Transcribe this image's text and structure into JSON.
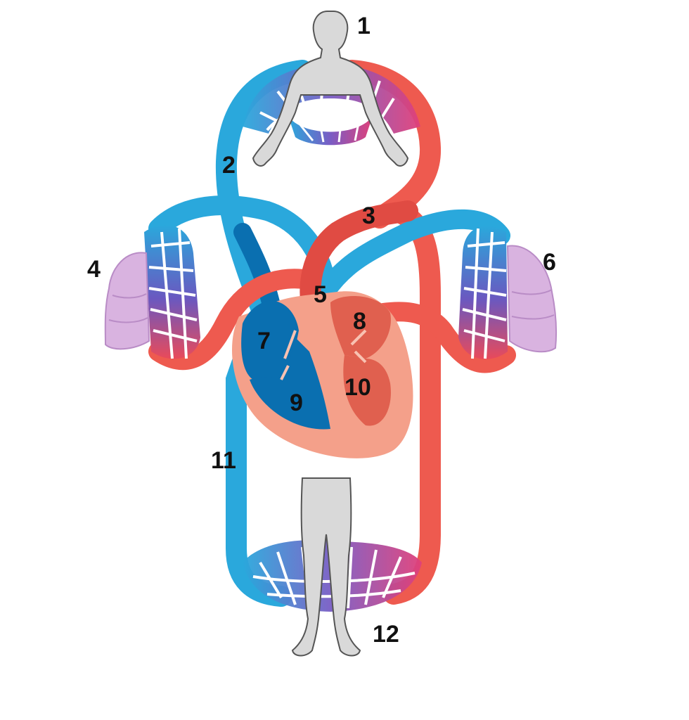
{
  "labels": {
    "l1": "1",
    "l2": "2",
    "l3": "3",
    "l4": "4",
    "l5": "5",
    "l6": "6",
    "l7": "7",
    "l8": "8",
    "l9": "9",
    "l10": "10",
    "l11": "11",
    "l12": "12"
  },
  "colors": {
    "deoxygenated": "#2aa8dc",
    "deoxygenated_dark": "#0a6fb0",
    "oxygenated": "#ee5a4f",
    "oxygenated_dark": "#c73a33",
    "capillary_mix": "#8a4fb0",
    "lung": "#d9b3e0",
    "body_silhouette": "#d9d9d9",
    "heart_wall": "#f4a08a"
  }
}
